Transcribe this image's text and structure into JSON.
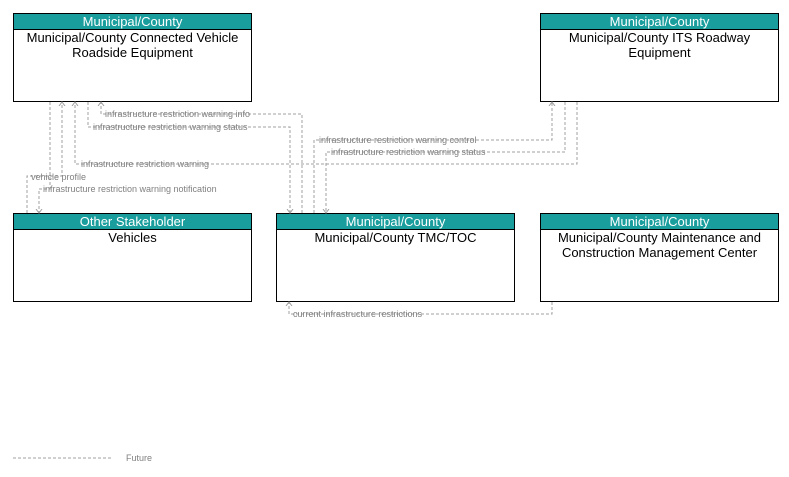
{
  "colors": {
    "header": "#1a9d9d",
    "flow_line": "#a0a0a0",
    "flow_text": "#808080"
  },
  "elements": [
    {
      "id": "rse",
      "stakeholder": "Municipal/County",
      "name": "Municipal/County Connected Vehicle Roadside Equipment"
    },
    {
      "id": "its",
      "stakeholder": "Municipal/County",
      "name": "Municipal/County ITS Roadway Equipment"
    },
    {
      "id": "vehicles",
      "stakeholder": "Other Stakeholder",
      "name": "Vehicles"
    },
    {
      "id": "tmc",
      "stakeholder": "Municipal/County",
      "name": "Municipal/County TMC/TOC"
    },
    {
      "id": "mcm",
      "stakeholder": "Municipal/County",
      "name": "Municipal/County Maintenance and Construction Management Center"
    }
  ],
  "flows": [
    {
      "id": "f1",
      "label": "infrastructure restriction warning info",
      "from": "tmc",
      "to": "rse"
    },
    {
      "id": "f2",
      "label": "infrastructure restriction warning status",
      "from": "rse",
      "to": "tmc"
    },
    {
      "id": "f3",
      "label": "infrastructure restriction warning control",
      "from": "tmc",
      "to": "its"
    },
    {
      "id": "f4",
      "label": "infrastructure restriction warning status",
      "from": "its",
      "to": "tmc"
    },
    {
      "id": "f5",
      "label": "infrastructure restriction warning",
      "from": "its",
      "to": "rse"
    },
    {
      "id": "f6",
      "label": "vehicle profile",
      "from": "vehicles",
      "to": "rse"
    },
    {
      "id": "f7",
      "label": "infrastructure restriction warning notification",
      "from": "rse",
      "to": "vehicles"
    },
    {
      "id": "f8",
      "label": "current infrastructure restrictions",
      "from": "mcm",
      "to": "tmc"
    }
  ],
  "legend": {
    "label": "Future"
  }
}
